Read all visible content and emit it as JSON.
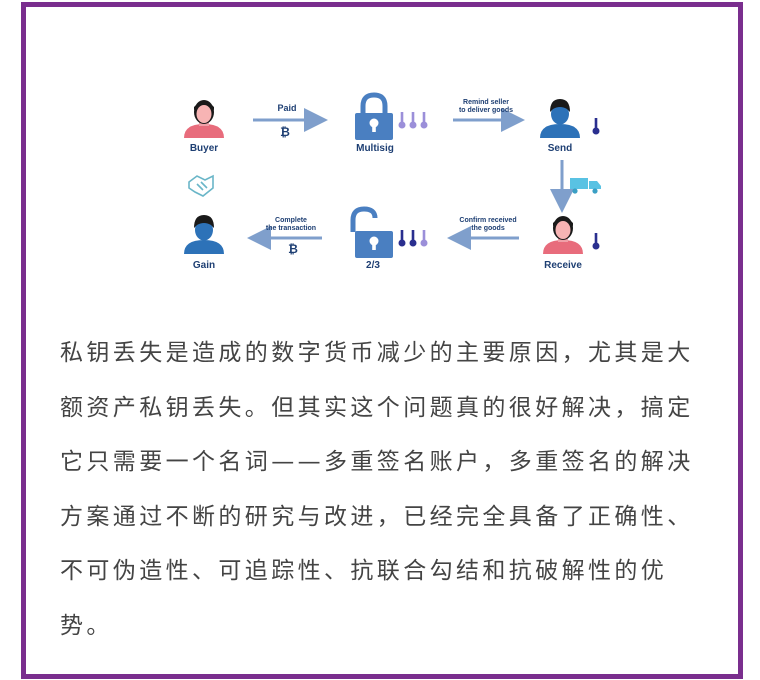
{
  "diagram": {
    "nodes": {
      "buyer": "Buyer",
      "multisig": "Multisig",
      "send": "Send",
      "gain": "Gain",
      "two_thirds": "2/3",
      "receive": "Receive"
    },
    "edges": {
      "paid": "Paid",
      "remind_line1": "Remind seller",
      "remind_line2": "to deliver goods",
      "confirm_line1": "Confirm received",
      "confirm_line2": "the goods",
      "complete_line1": "Complete",
      "complete_line2": "the transaction"
    },
    "glyphs": {
      "bitcoin": "₿"
    },
    "icons": [
      "person-icon",
      "lock-icon",
      "key-icon",
      "bitcoin-icon",
      "truck-icon",
      "handshake-icon",
      "thermometer-icon"
    ],
    "colors": {
      "frame": "#7a2e8e",
      "arrow": "#7f9fcc",
      "lock": "#4a7fc1",
      "female_body": "#e86c7c",
      "male_body": "#2d72b8",
      "hair": "#1a1a1a",
      "key_light": "#9b8fd9",
      "key_dark": "#2a2f8f",
      "truck": "#59c2e3"
    }
  },
  "paragraph": "私钥丢失是造成的数字货币减少的主要原因，尤其是大额资产私钥丢失。但其实这个问题真的很好解决，搞定它只需要一个名词——多重签名账户，多重签名的解决方案通过不断的研究与改进，已经完全具备了正确性、不可伪造性、可追踪性、抗联合勾结和抗破解性的优势。"
}
